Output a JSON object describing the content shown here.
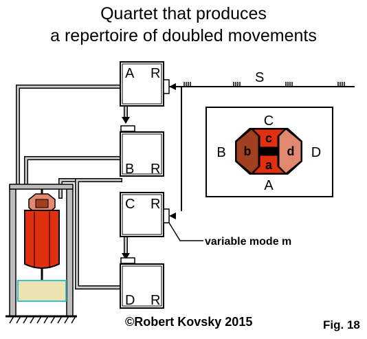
{
  "title": {
    "line1": "Quartet that produces",
    "line2": "a repertoire of doubled movements"
  },
  "units": {
    "a": "A",
    "r_a": "R",
    "b": "B",
    "r_b": "R",
    "c": "C",
    "r_c": "R",
    "d": "D",
    "r_d": "R"
  },
  "signal_line": {
    "label": "S"
  },
  "variable_mode": {
    "label": "variable mode m"
  },
  "inset": {
    "top": "C",
    "left": "B",
    "right": "D",
    "bottom": "A",
    "segments": {
      "c": "c",
      "b": "b",
      "d": "d",
      "a": "a"
    }
  },
  "credit": "©Robert Kovsky 2015",
  "figure_label": "Fig. 18",
  "colors": {
    "piston_red": "#e03010",
    "segment_dark": "#a04020",
    "segment_light": "#e08870",
    "weight": "#ede3b0",
    "weight_border": "#39c0d0",
    "frame_gray": "#bdbdbd"
  }
}
